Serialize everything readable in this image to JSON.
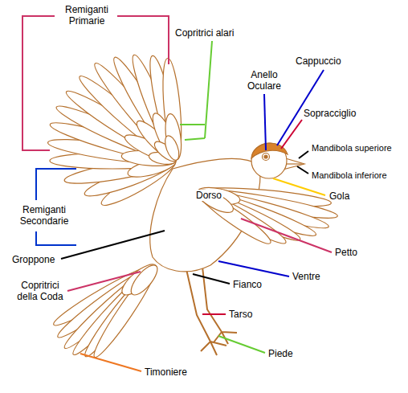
{
  "diagram": {
    "labels": [
      "Remiganti Primarie",
      "Copritrici alari",
      "Anello Oculare",
      "Cappuccio",
      "Sopracciglio",
      "Mandibola superiore",
      "Mandibola inferiore",
      "Gola",
      "Dorso",
      "Remiganti Secondarie",
      "Petto",
      "Groppone",
      "Ventre",
      "Copritrici della Coda",
      "Fianco",
      "Tarso",
      "Piede",
      "Timoniere"
    ]
  }
}
